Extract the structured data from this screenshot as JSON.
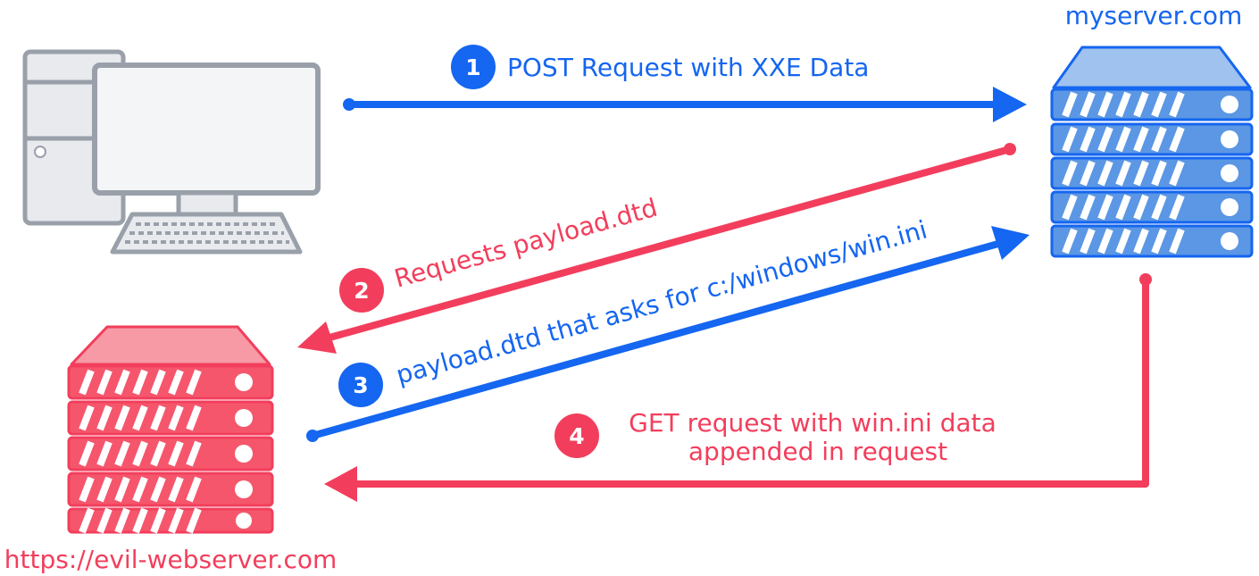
{
  "colors": {
    "blue": "#1566f0",
    "red": "#f23e5c",
    "server_blue_fill": "#5b97e4",
    "server_blue_top": "#9fc2ee",
    "server_red_fill": "#f5566c",
    "server_red_top": "#f79aa6",
    "computer_gray": "#9aa0aa",
    "computer_fill": "#e8eaee"
  },
  "nodes": {
    "client": {
      "icon": "desktop-computer-icon"
    },
    "myserver": {
      "label": "myserver.com",
      "icon": "server-rack-icon"
    },
    "evil_server": {
      "label": "https://evil-webserver.com",
      "icon": "server-rack-icon"
    }
  },
  "steps": [
    {
      "number": "1",
      "label": "POST Request with XXE Data"
    },
    {
      "number": "2",
      "label": "Requests payload.dtd"
    },
    {
      "number": "3",
      "label": "payload.dtd that asks for c:/windows/win.ini"
    },
    {
      "number": "4",
      "label_line1": "GET request with win.ini data",
      "label_line2": "appended in request"
    }
  ]
}
